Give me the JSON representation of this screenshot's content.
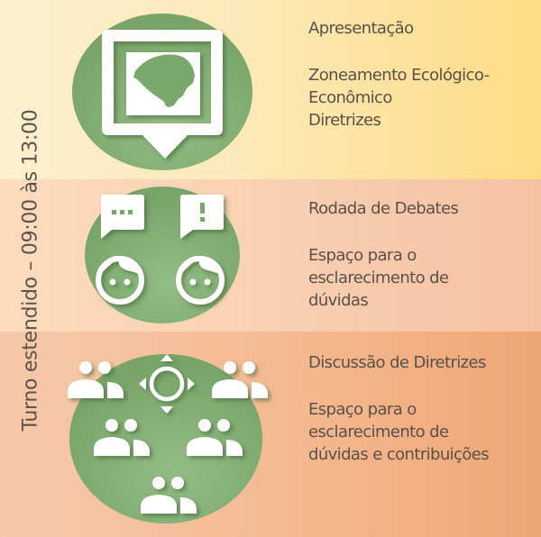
{
  "colors": {
    "circle_green": "#7aa86a",
    "icon_white": "#ffffff",
    "text": "#5a5048",
    "band_1": [
      "#fdf0cf",
      "#fddc85"
    ],
    "band_2": [
      "#fcdcbe",
      "#f5c1a2"
    ],
    "band_3": [
      "#f7c9a9",
      "#efa676"
    ]
  },
  "side_label": "Turno estendido – 09:00 às 13:00",
  "sections": [
    {
      "icon": "map-speech-bubble-icon",
      "title": "Apresentação",
      "details": [
        "Zoneamento Ecológico-",
        "Econômico",
        "Diretrizes"
      ]
    },
    {
      "icon": "debate-faces-icon",
      "title": "Rodada de Debates",
      "details": [
        "Espaço para o",
        "esclarecimento de",
        "dúvidas"
      ]
    },
    {
      "icon": "group-discussion-icon",
      "title": "Discussão de Diretrizes",
      "details": [
        "Espaço para o",
        "esclarecimento de",
        "dúvidas e contribuições"
      ]
    }
  ]
}
